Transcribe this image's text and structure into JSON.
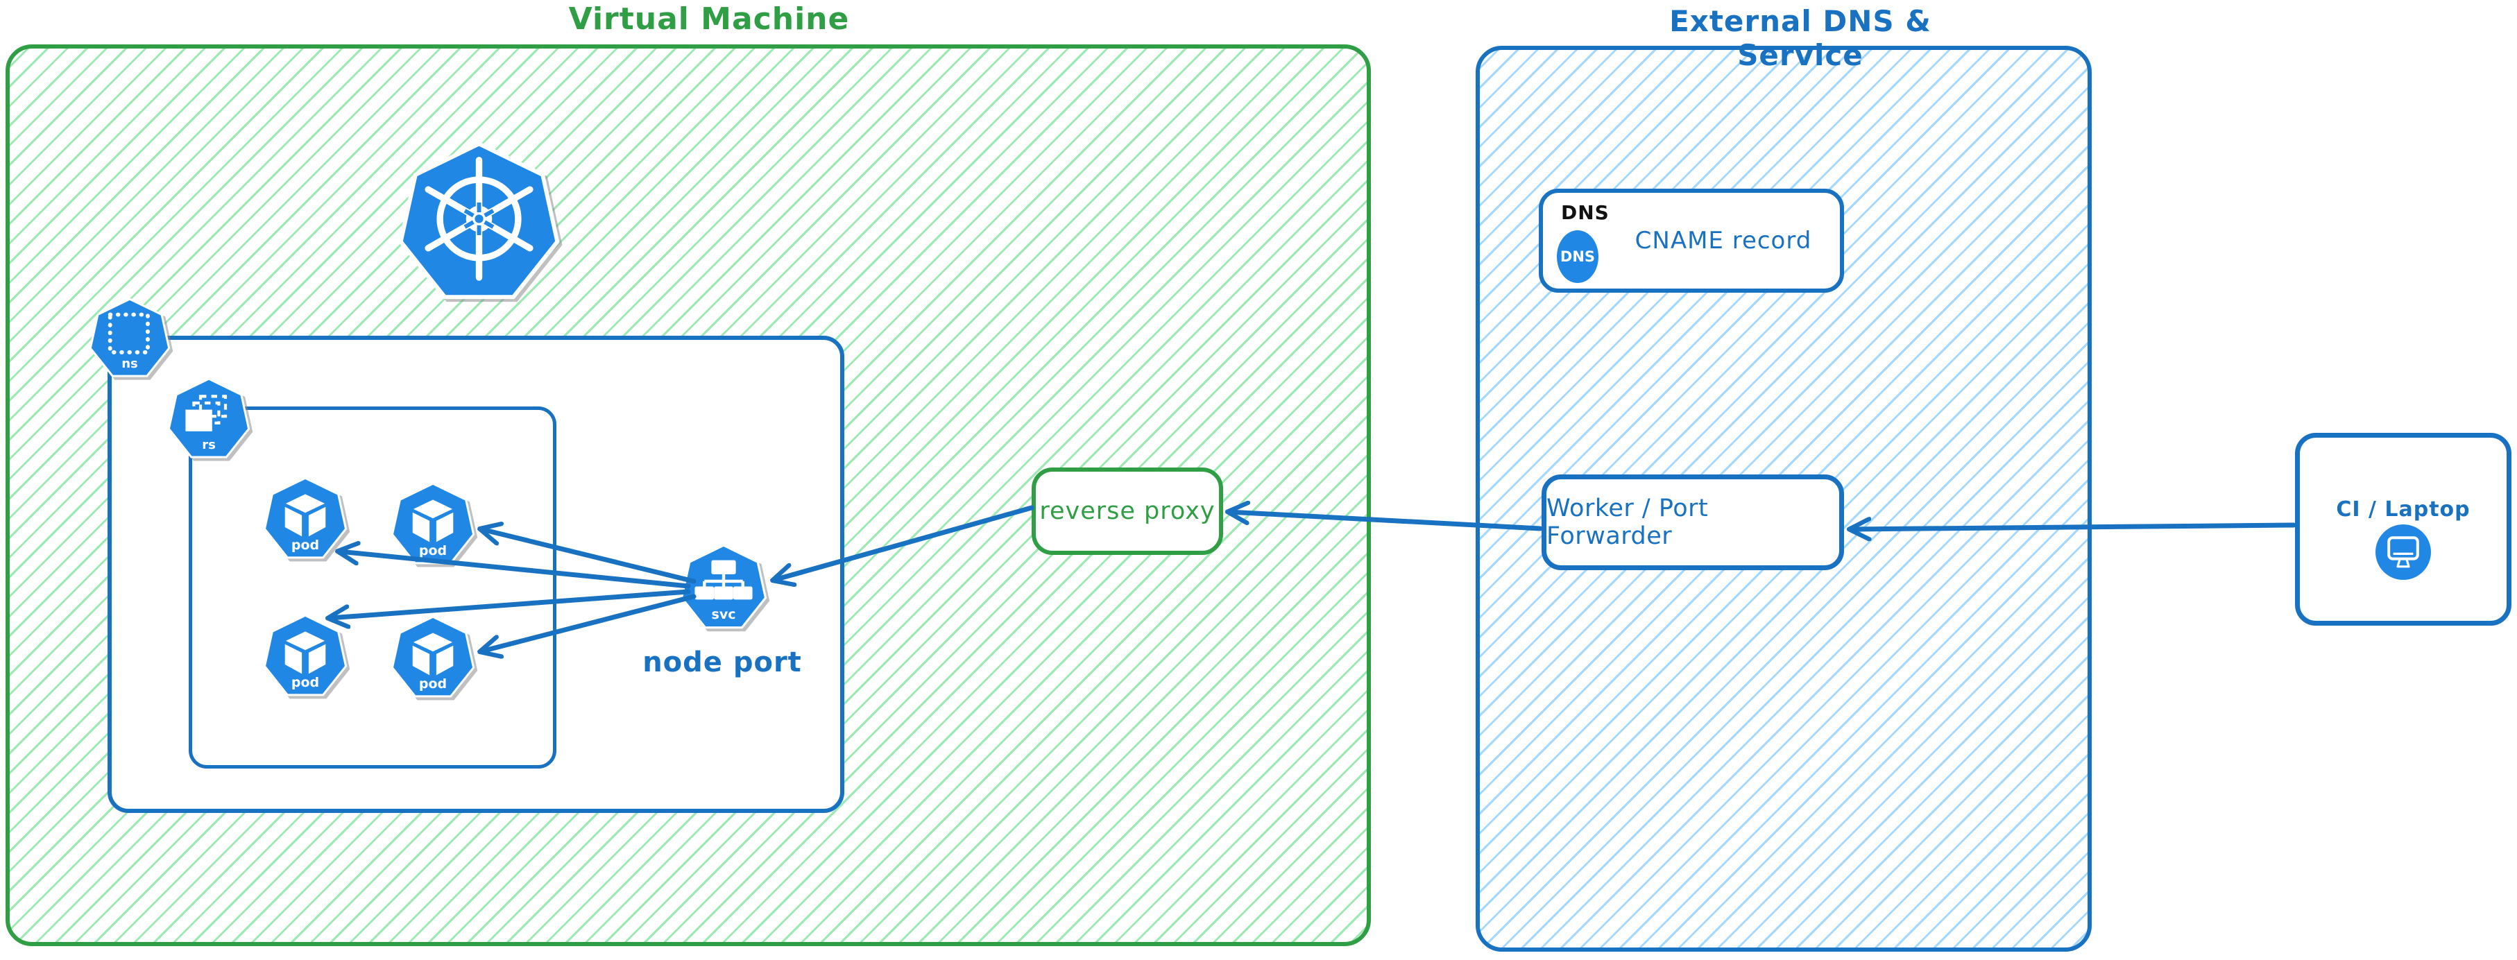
{
  "colors": {
    "green_stroke": "#2f9e44",
    "green_hatch": "#9ce9b4",
    "blue_stroke": "#1971c2",
    "blue_hatch": "#a5d8ff",
    "icon_blue": "#2088e4",
    "text_black": "#111111",
    "white": "#ffffff"
  },
  "icons": {
    "kubernetes_logo": "kubernetes-wheel-heptagon",
    "namespace_icon": "heptagon-dotted-square",
    "replicaset_icon": "heptagon-stacked-rects",
    "pod_icon": "heptagon-cube",
    "service_icon": "heptagon-tree",
    "dns_icon": "blue-circle-dns",
    "laptop_icon": "blue-circle-monitor",
    "arrowheads": "open-v-arrow"
  },
  "vm": {
    "title": "Virtual Machine",
    "reverse_proxy": {
      "label": "reverse proxy"
    },
    "node_port_label": "node port",
    "namespace": {
      "ns_label": "ns",
      "svc_label": "svc",
      "replicaset": {
        "rs_label": "rs",
        "pods": [
          "pod",
          "pod",
          "pod",
          "pod"
        ]
      }
    }
  },
  "external": {
    "title": "External DNS & Service",
    "dns": {
      "tag": "DNS",
      "icon_text": "DNS",
      "label": "CNAME record"
    },
    "worker": {
      "label": "Worker / Port Forwarder"
    }
  },
  "ci": {
    "label": "CI / Laptop"
  }
}
